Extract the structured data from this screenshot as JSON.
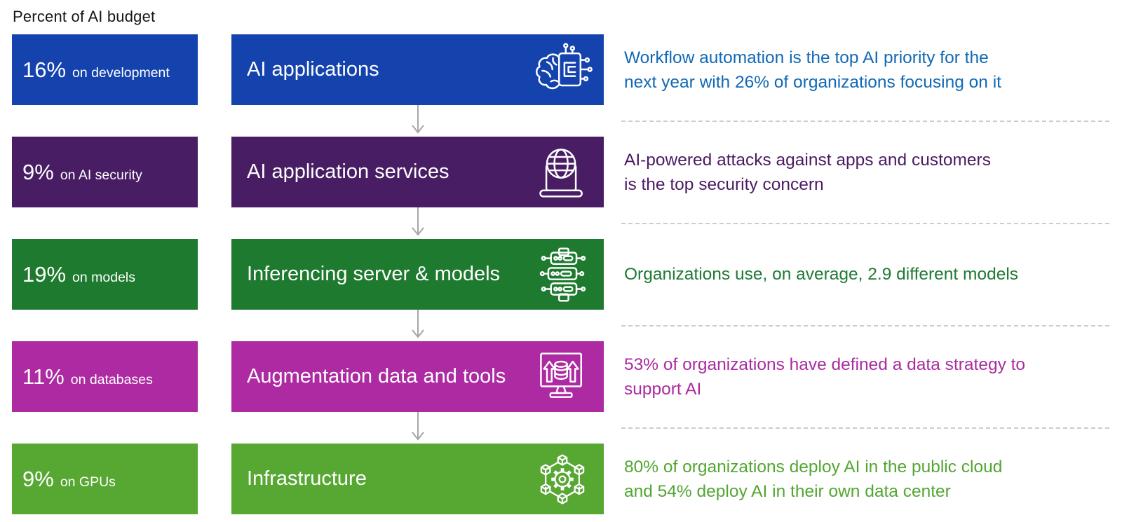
{
  "title": "Percent of AI budget",
  "palette": {
    "arrow": "#a6a6a6",
    "separator": "#cccccc",
    "title_color": "#161616",
    "background": "#ffffff",
    "box_text": "#ffffff"
  },
  "rows": [
    {
      "percent": "16%",
      "percent_label": "on development",
      "stage": "AI applications",
      "icon": "brain-circuit-icon",
      "box_color": "#1543ae",
      "note_color": "#1169b6",
      "note": "Workflow automation is the top AI priority for the\nnext year with 26% of organizations focusing on it"
    },
    {
      "percent": "9%",
      "percent_label": "on AI security",
      "stage": "AI application services",
      "icon": "laptop-globe-icon",
      "box_color": "#481d64",
      "note_color": "#4b1a63",
      "note": "AI-powered attacks against apps and customers\nis the top security concern"
    },
    {
      "percent": "19%",
      "percent_label": "on models",
      "stage": "Inferencing server & models",
      "icon": "server-stack-icon",
      "box_color": "#1e7a2e",
      "note_color": "#1f7a33",
      "note": "Organizations use, on average, 2.9 different models"
    },
    {
      "percent": "11%",
      "percent_label": "on databases",
      "stage": "Augmentation data and tools",
      "icon": "monitor-database-icon",
      "box_color": "#ae2aa2",
      "note_color": "#ab2ba0",
      "note": "53% of organizations have defined a data strategy to\nsupport AI"
    },
    {
      "percent": "9%",
      "percent_label": "on GPUs",
      "stage": "Infrastructure",
      "icon": "network-gear-icon",
      "box_color": "#57a733",
      "note_color": "#53a632",
      "note": "80% of organizations deploy AI in the public cloud\nand 54% deploy AI in their own data center"
    }
  ]
}
